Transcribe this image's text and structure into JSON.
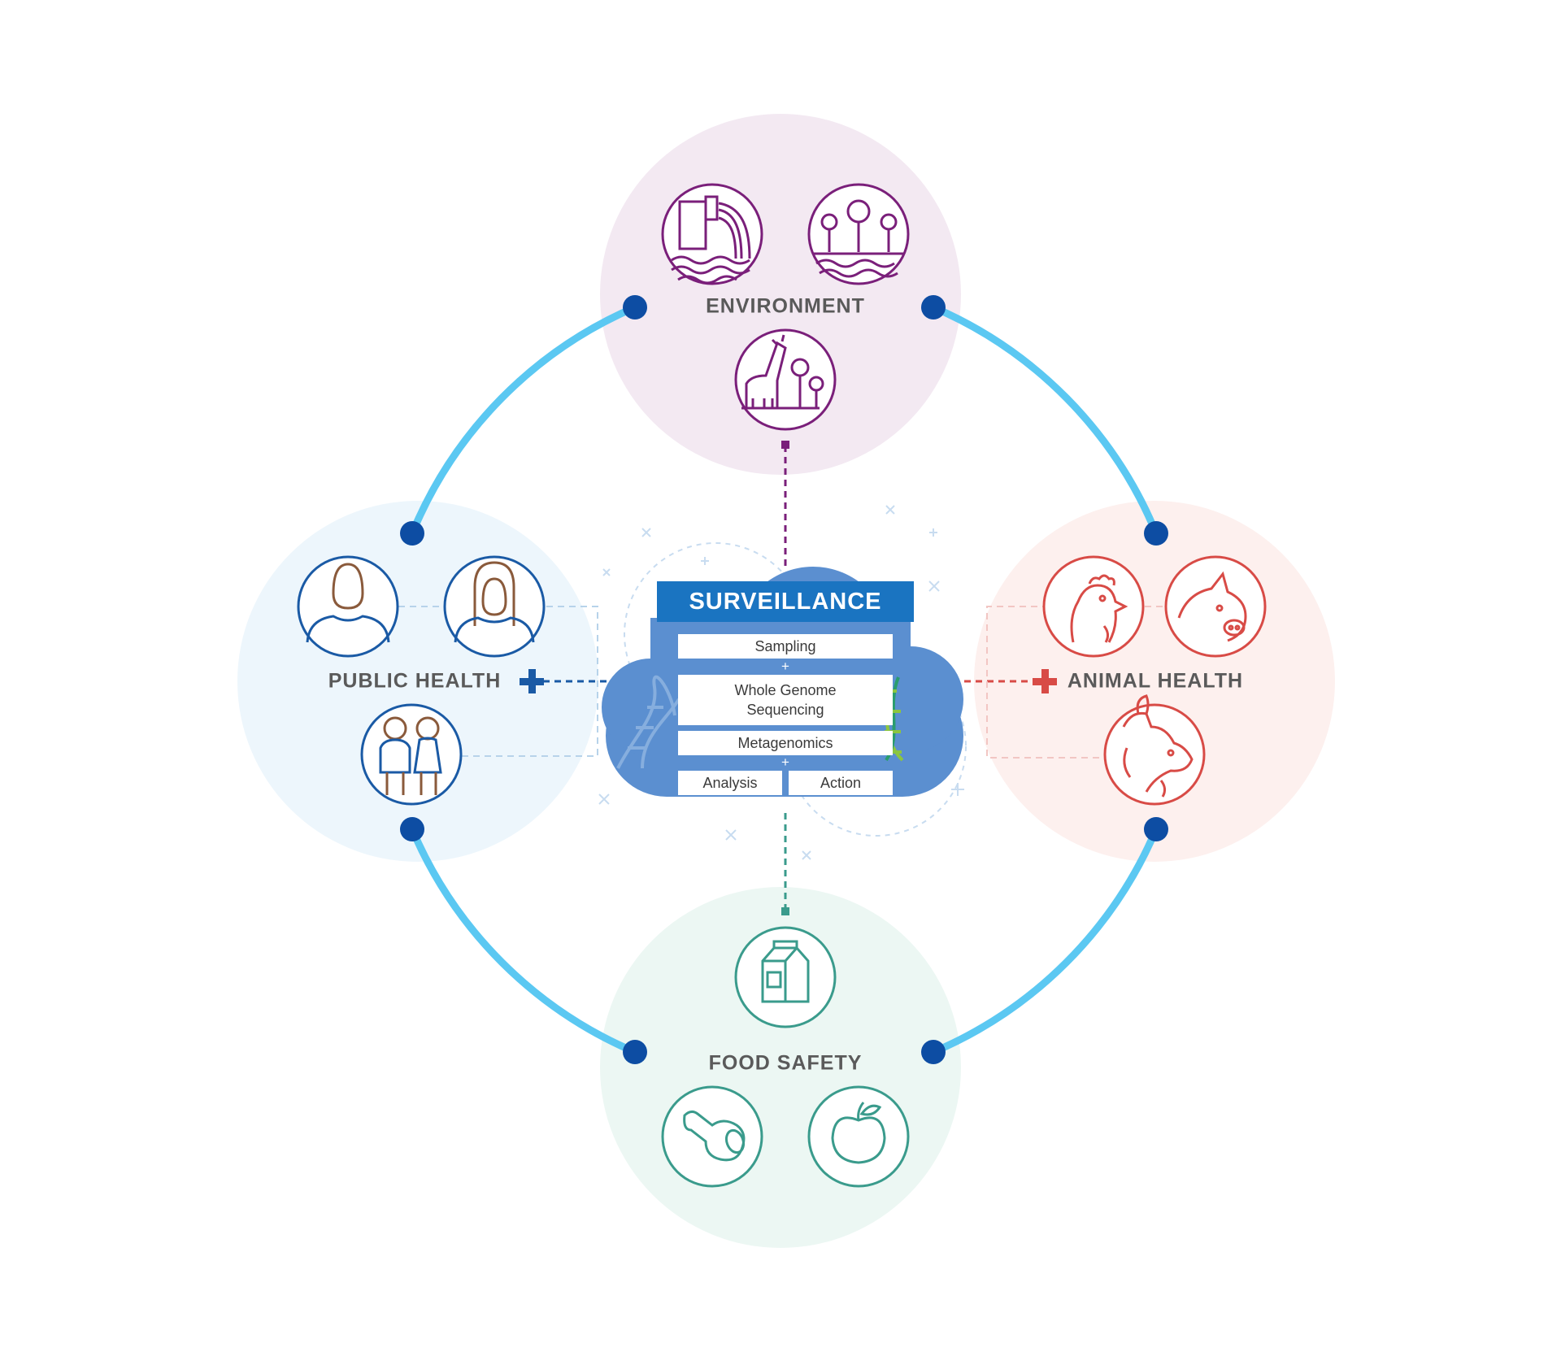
{
  "colors": {
    "ring": "#5bc8f2",
    "node": "#0d4da3",
    "environment": "#7a1f7a",
    "environment_bg": "#f3e9f2",
    "public_health": "#1a5aa5",
    "public_health_bg": "#edf6fc",
    "animal_health": "#d84b46",
    "animal_health_bg": "#fdf0ee",
    "food_safety": "#3a9b8c",
    "food_safety_bg": "#ecf7f3",
    "cloud": "#5b8fd0",
    "surveillance_header": "#1a74c1"
  },
  "environment": {
    "label": "ENVIRONMENT",
    "icons": [
      "water-outflow-icon",
      "forest-river-icon",
      "giraffe-tree-icon"
    ]
  },
  "public_health": {
    "label": "PUBLIC HEALTH",
    "icons": [
      "man-icon",
      "woman-icon",
      "children-icon"
    ]
  },
  "animal_health": {
    "label": "ANIMAL HEALTH",
    "icons": [
      "chicken-icon",
      "pig-icon",
      "goat-icon"
    ]
  },
  "food_safety": {
    "label": "FOOD SAFETY",
    "icons": [
      "milk-carton-icon",
      "meat-leg-icon",
      "apple-icon"
    ]
  },
  "surveillance": {
    "title": "SURVEILLANCE",
    "steps": {
      "sampling": "Sampling",
      "wgs": "Whole Genome Sequencing",
      "metagenomics": "Metagenomics",
      "analysis": "Analysis",
      "action": "Action"
    },
    "separator": "+"
  }
}
